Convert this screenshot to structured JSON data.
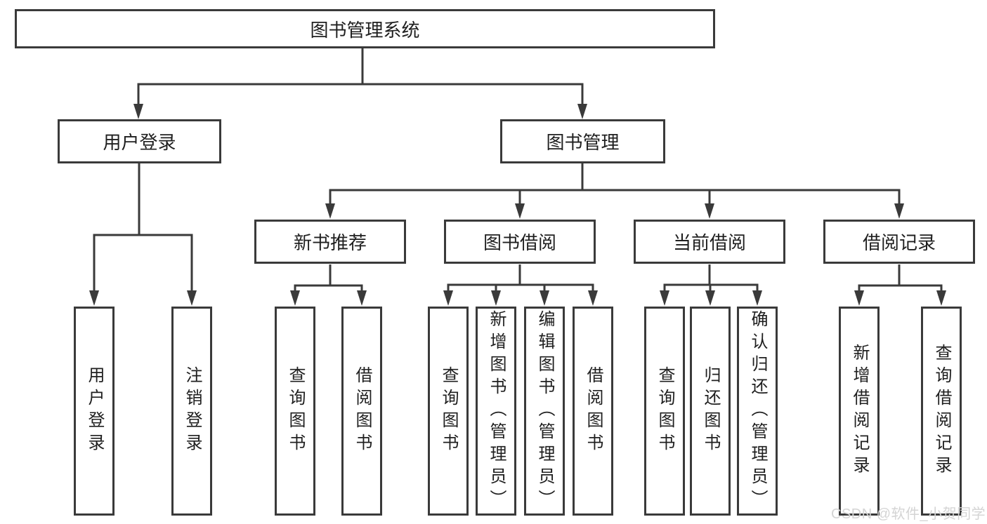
{
  "tree": {
    "root": {
      "label": "图书管理系统"
    },
    "user_login": {
      "label": "用户登录",
      "children": [
        {
          "label": "用户登录"
        },
        {
          "label": "注销登录"
        }
      ]
    },
    "book_management": {
      "label": "图书管理",
      "sections": [
        {
          "label": "新书推荐",
          "children": [
            {
              "label": "查询图书"
            },
            {
              "label": "借阅图书"
            }
          ]
        },
        {
          "label": "图书借阅",
          "children": [
            {
              "label": "查询图书"
            },
            {
              "label": "新增图书（管理员）"
            },
            {
              "label": "编辑图书（管理员）"
            },
            {
              "label": "借阅图书"
            }
          ]
        },
        {
          "label": "当前借阅",
          "children": [
            {
              "label": "查询图书"
            },
            {
              "label": "归还图书"
            },
            {
              "label": "确认归还（管理员）"
            }
          ]
        },
        {
          "label": "借阅记录",
          "children": [
            {
              "label": "新增借阅记录"
            },
            {
              "label": "查询借阅记录"
            }
          ]
        }
      ]
    }
  },
  "watermark": {
    "text": "CSDN @软件_小贺同学"
  },
  "colors": {
    "line": "#3a3a3a",
    "text": "#1f1f1f",
    "background": "#ffffff",
    "watermark": "#d4d4d4"
  }
}
